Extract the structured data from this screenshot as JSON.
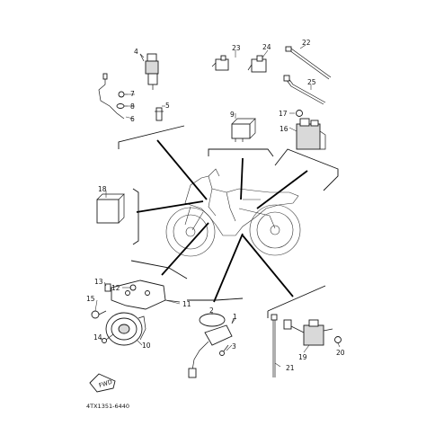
{
  "diagram": {
    "part_numbers": {
      "p1": "1",
      "p2": "2",
      "p3": "3",
      "p4": "4",
      "p5": "5",
      "p6": "6",
      "p7": "7",
      "p8": "8",
      "p9": "9",
      "p10": "10",
      "p11": "11",
      "p12": "12",
      "p13": "13",
      "p14": "14",
      "p15": "15",
      "p16": "16",
      "p17": "17",
      "p18": "18",
      "p19": "19",
      "p20": "20",
      "p21": "21",
      "p22": "22",
      "p23": "23",
      "p24": "24",
      "p25": "25"
    },
    "drawing_code": "4TX1351-6440",
    "fwd_label": "FWD"
  }
}
